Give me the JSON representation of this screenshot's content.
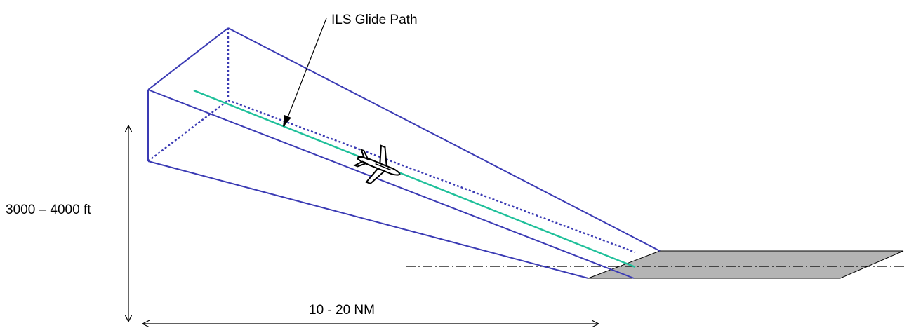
{
  "labels": {
    "glide_path": "ILS Glide Path",
    "altitude": "3000 – 4000 ft",
    "distance": "10 - 20 NM"
  },
  "colors": {
    "beam_outline": "#3a3ab4",
    "glide_path_line": "#1fc09a",
    "runway_fill": "#b4b4b4",
    "runway_outline": "#000000",
    "annotation": "#000000"
  },
  "icons": {
    "aircraft": "airplane-icon"
  }
}
